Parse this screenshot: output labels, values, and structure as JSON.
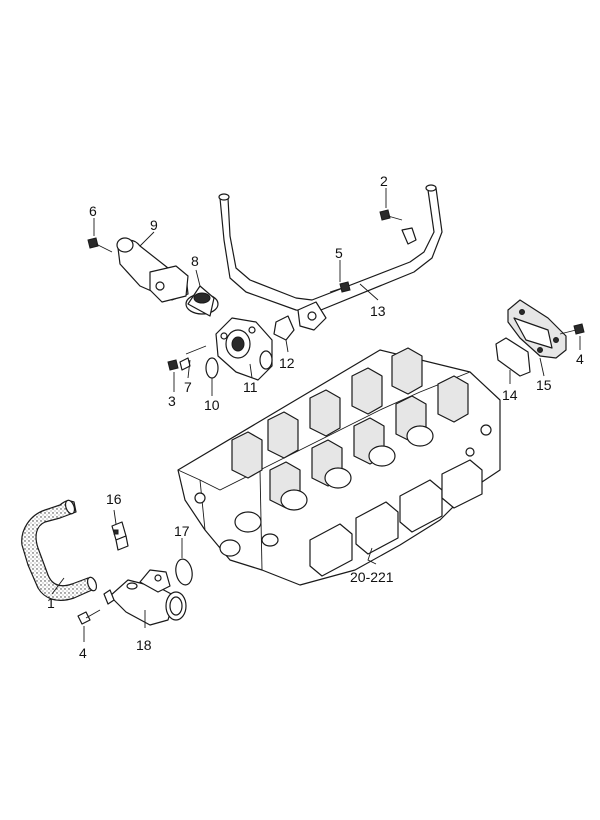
{
  "callouts": {
    "c1": "1",
    "c2": "2",
    "c3": "3",
    "c4a": "4",
    "c4b": "4",
    "c5": "5",
    "c6": "6",
    "c7": "7",
    "c8": "8",
    "c9": "9",
    "c10": "10",
    "c11": "11",
    "c12": "12",
    "c13": "13",
    "c14": "14",
    "c15": "15",
    "c16": "16",
    "c17": "17",
    "c18": "18",
    "ref": "20-221"
  },
  "colors": {
    "line": "#1a1a1a",
    "background": "#ffffff"
  }
}
